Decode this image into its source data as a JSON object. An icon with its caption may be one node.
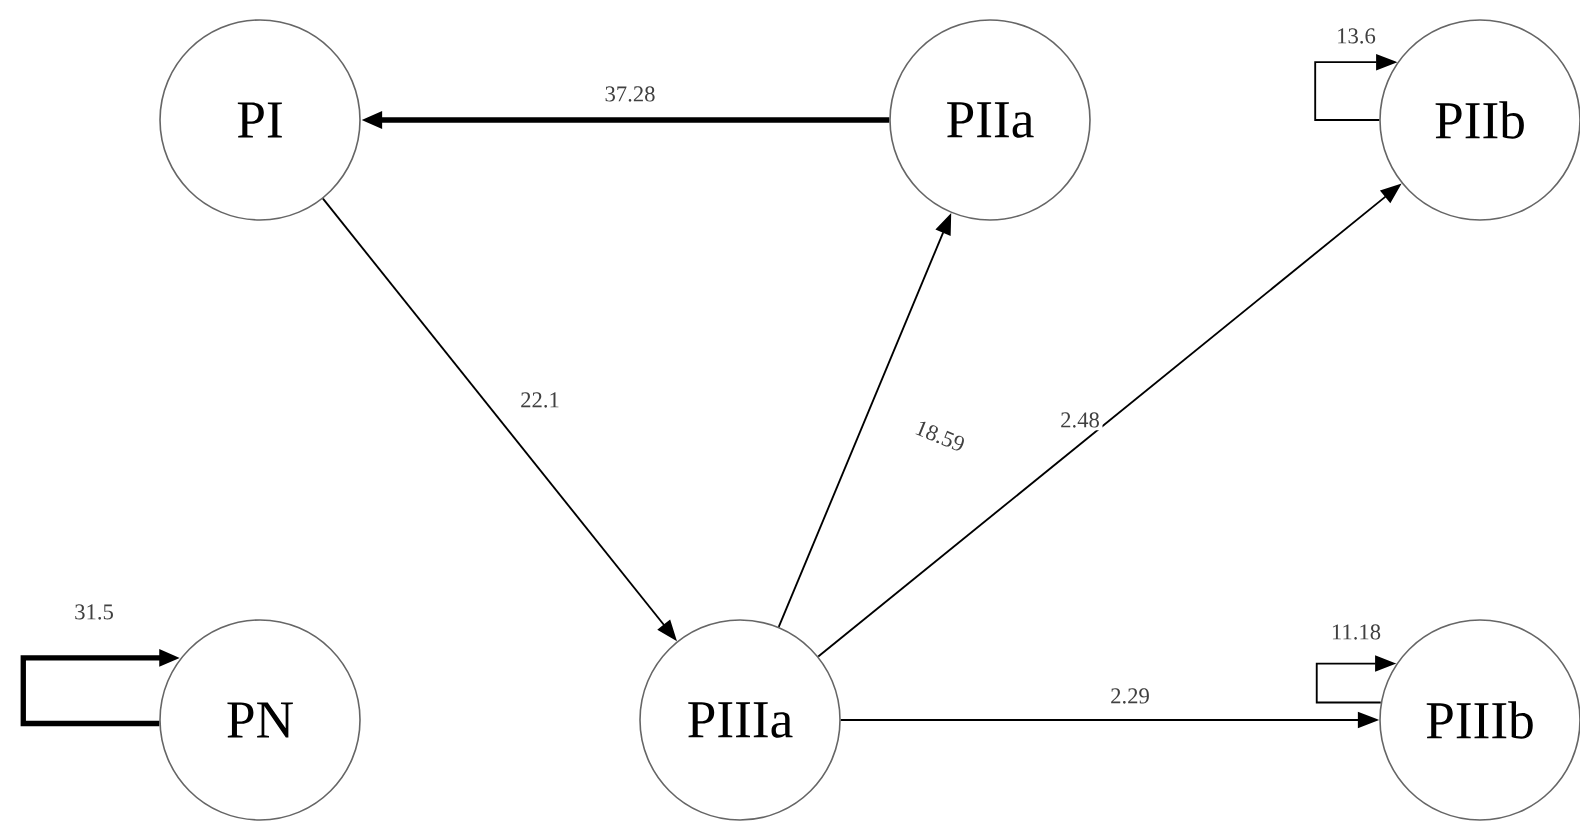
{
  "diagram": {
    "nodes": [
      {
        "text": [
          "PI"
        ]
      },
      {
        "text": [
          "PIIa"
        ]
      },
      {
        "text": [
          "PIIb"
        ]
      },
      {
        "text": [
          "PN"
        ]
      },
      {
        "text": [
          "PIIIa"
        ]
      },
      {
        "text": [
          "PIIIb"
        ]
      }
    ],
    "edges": [
      {
        "from": 1,
        "to": 0,
        "arrow": "to",
        "label": "37.28",
        "style": "thick"
      },
      {
        "from": 2,
        "to": 2,
        "arrow": "to",
        "label": "13.6"
      },
      {
        "from": 0,
        "to": 4,
        "arrow": "to",
        "label": "22.1"
      },
      {
        "from": 4,
        "to": 1,
        "arrow": "to",
        "label": "18.59"
      },
      {
        "from": 4,
        "to": 2,
        "arrow": "to",
        "label": "2.48"
      },
      {
        "from": 3,
        "to": 3,
        "arrow": "to",
        "label": "31.5",
        "style": "thick"
      },
      {
        "from": 5,
        "to": 5,
        "arrow": "to",
        "label": "11.18"
      },
      {
        "from": 4,
        "to": 5,
        "arrow": "to",
        "label": "2.29"
      }
    ]
  }
}
